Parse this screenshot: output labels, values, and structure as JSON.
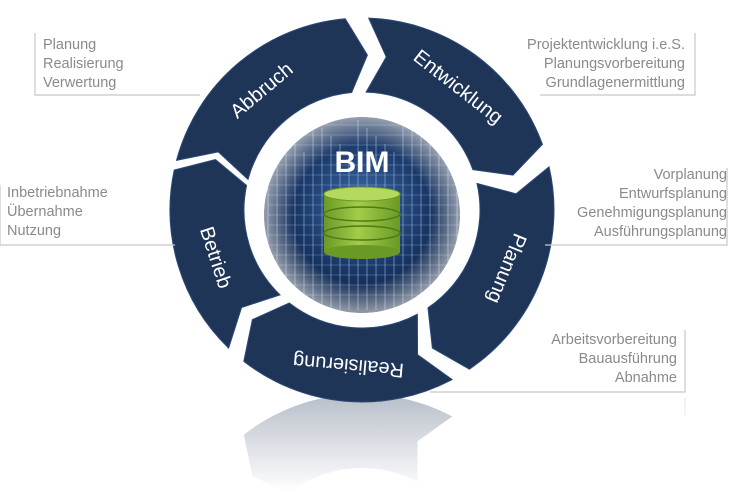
{
  "center": {
    "title": "BIM"
  },
  "phases": [
    {
      "id": "abbruch",
      "label": "Abbruch"
    },
    {
      "id": "entwicklung",
      "label": "Entwicklung"
    },
    {
      "id": "planung",
      "label": "Planung"
    },
    {
      "id": "realisierung",
      "label": "Realisierung"
    },
    {
      "id": "betrieb",
      "label": "Betrieb"
    }
  ],
  "notes": {
    "abbruch": [
      "Planung",
      "Realisierung",
      "Verwertung"
    ],
    "entwicklung": [
      "Projektentwicklung i.e.S.",
      "Planungsvorbereitung",
      "Grundlagenermittlung"
    ],
    "planung": [
      "Vorplanung",
      "Entwurfsplanung",
      "Genehmigungsplanung",
      "Ausführungsplanung"
    ],
    "realisierung": [
      "Arbeitsvorbereitung",
      "Bauausführung",
      "Abnahme"
    ],
    "betrieb": [
      "Inbetriebnahme",
      "Übernahme",
      "Nutzung"
    ]
  },
  "colors": {
    "segment": "#1f3558",
    "segment_edge": "#2c4a78",
    "label_text": "#ffffff",
    "note_text": "#8a8a8a",
    "db_green": "#8dbb3a",
    "db_green_dark": "#6a9a25",
    "center_bg": "#15294a"
  },
  "icons": {
    "database": "database-icon"
  }
}
